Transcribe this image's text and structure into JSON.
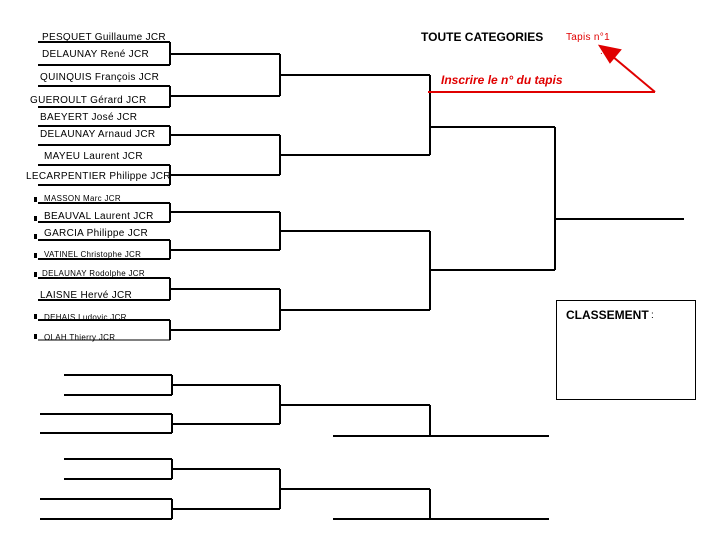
{
  "header": {
    "category_title": "TOUTE CATEGORIES",
    "mat_label": "Tapis n°1",
    "mat_marker": ".",
    "mat_instruction": "Inscrire le n° du tapis"
  },
  "competitors": [
    "PESQUET Guillaume JCR",
    "DELAUNAY René JCR",
    "QUINQUIS François JCR",
    "GUEROULT Gérard JCR",
    "BAEYERT José JCR",
    "DELAUNAY Arnaud JCR",
    "MAYEU Laurent JCR",
    "LECARPENTIER Philippe JCR",
    "MASSON Marc JCR",
    "BEAUVAL Laurent JCR",
    "GARCIA Philippe JCR",
    "VATINEL Christophe JCR",
    "DELAUNAY Rodolphe JCR",
    "LAISNE Hervé JCR",
    "DEHAIS Ludovic JCR",
    "OLAH Thierry JCR"
  ],
  "ranking": {
    "label": "CLASSEMENT",
    "colon": ":"
  },
  "colors": {
    "lines": "#000000",
    "annotation": "#e00000"
  }
}
